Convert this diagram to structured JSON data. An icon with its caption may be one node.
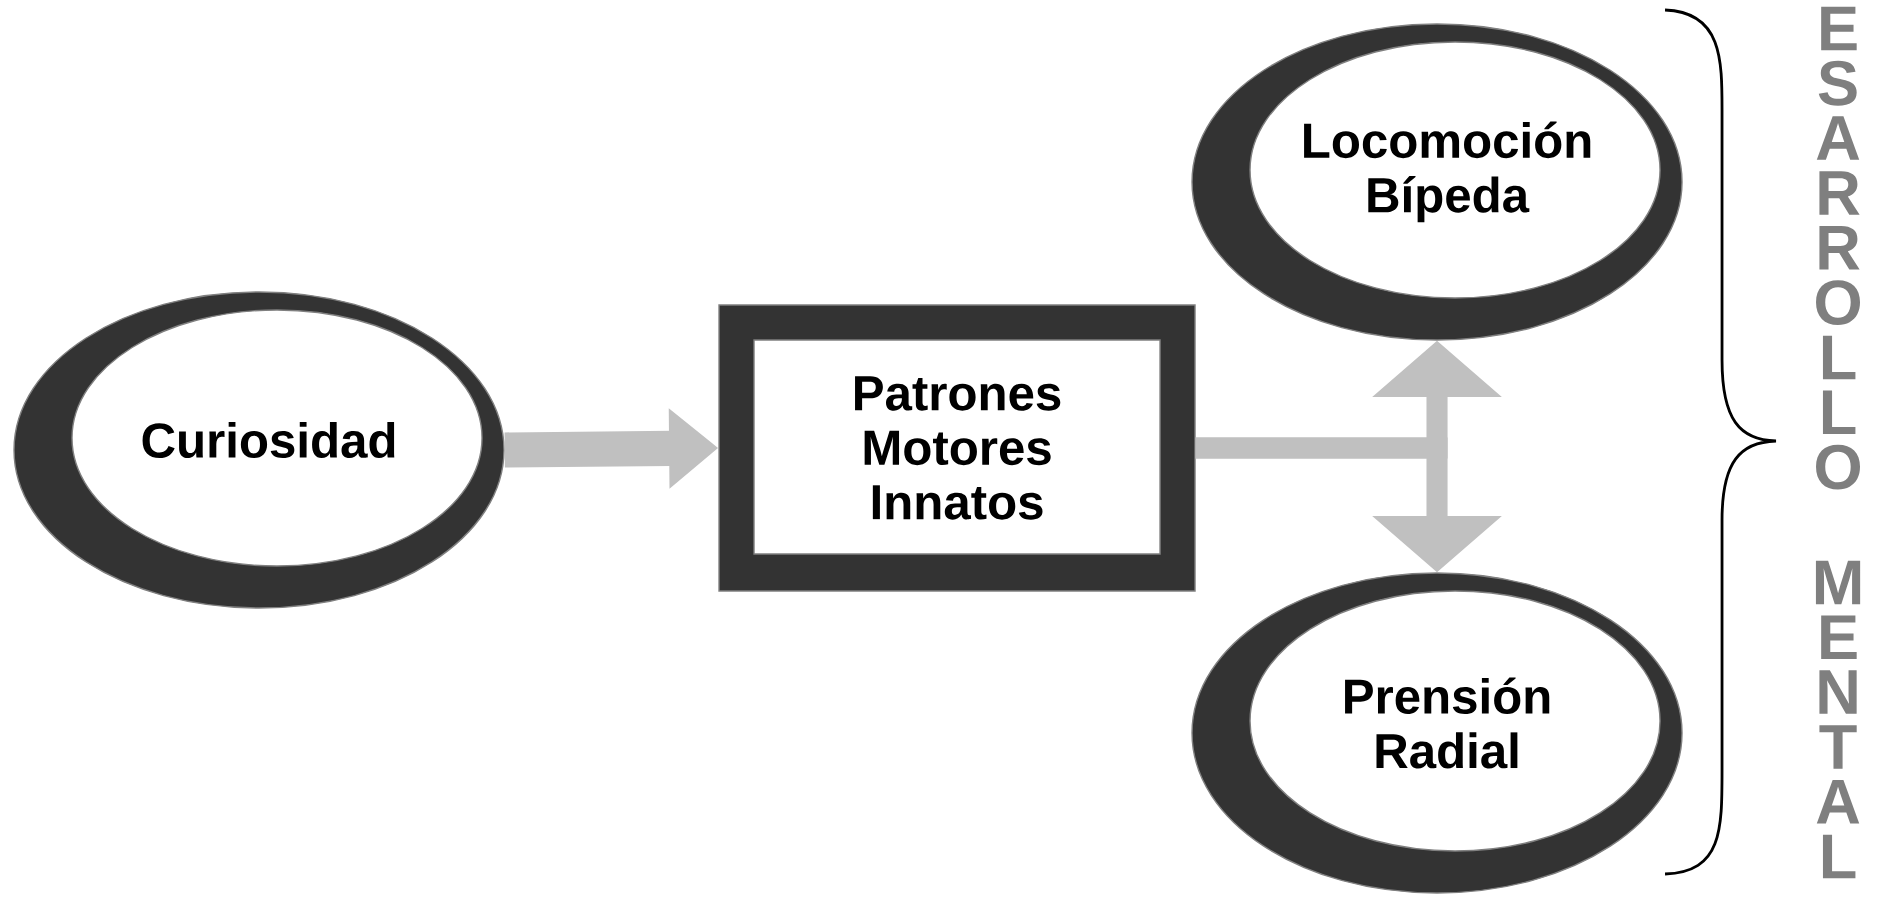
{
  "diagram": {
    "nodes": [
      {
        "text": [
          "Curiosidad"
        ]
      },
      {
        "text": [
          "Patrones Motores Innatos"
        ]
      },
      {
        "text": [
          "Locomoción Bípeda"
        ]
      },
      {
        "text": [
          "Prensión Radial"
        ]
      }
    ],
    "edges": [
      {
        "from": 0,
        "to": 1,
        "arrow": "to"
      },
      {
        "from": 1,
        "to": 2,
        "arrow": "to"
      },
      {
        "from": 1,
        "to": 3,
        "arrow": "to"
      }
    ],
    "labels": [
      "ESARROLLO",
      "MENTAL"
    ]
  }
}
